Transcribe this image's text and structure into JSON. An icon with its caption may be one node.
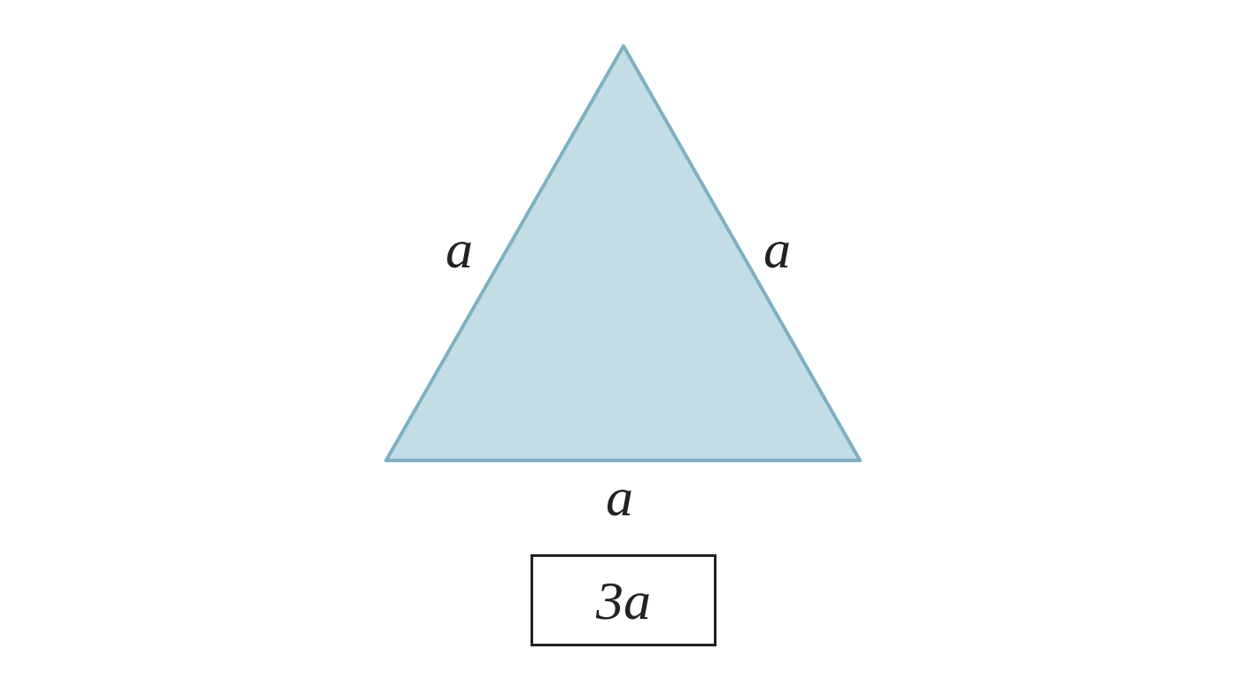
{
  "diagram": {
    "nodes": [
      {
        "text": [
          "3a"
        ]
      }
    ],
    "labels": [
      "a",
      "a",
      "a"
    ]
  }
}
